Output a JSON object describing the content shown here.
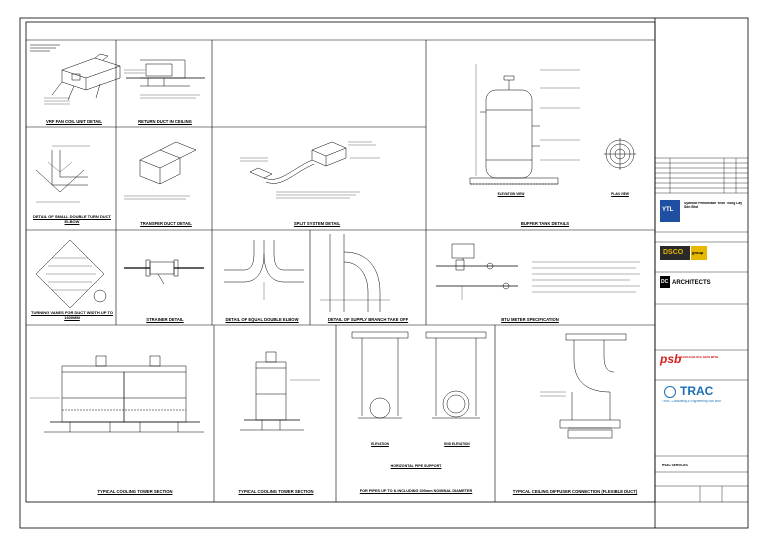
{
  "drawing": {
    "panels": [
      {
        "id": "p1",
        "caption": "VRF FAN COIL UNIT DETAIL"
      },
      {
        "id": "p2",
        "caption": "RETURN DUCT IN CEILING"
      },
      {
        "id": "p3",
        "caption": "SPLIT SYSTEM DETAIL"
      },
      {
        "id": "p4",
        "caption": "BUFFER TANK DETAILS"
      },
      {
        "id": "p5",
        "caption": "DETAIL OF SMALL DOUBLE TURN DUCT ELBOW"
      },
      {
        "id": "p6",
        "caption": "TRANSFER DUCT DETAIL"
      },
      {
        "id": "p7",
        "caption": "TURNING VANES FOR DUCT WIDTH UP TO 1600MM"
      },
      {
        "id": "p8",
        "caption": "STRAINER DETAIL"
      },
      {
        "id": "p9",
        "caption": "DETAIL OF EQUAL DOUBLE ELBOW"
      },
      {
        "id": "p10",
        "caption": "DETAIL OF SUPPLY BRANCH TAKE OFF"
      },
      {
        "id": "p11",
        "caption": "BTU METER SPECIFICATION"
      },
      {
        "id": "p12",
        "caption": "TYPICAL COOLING TOWER SECTION"
      },
      {
        "id": "p13",
        "caption": "TYPICAL COOLING TOWER SECTION"
      },
      {
        "id": "p14",
        "caption": "FOR PIPES UP TO & INCLUDING 300mm NOMINAL DIAMETER"
      },
      {
        "id": "p15",
        "caption": "TYPICAL CEILING DIFFUSER CONNECTION (FLEXIBLE DUCT)"
      }
    ],
    "sub_captions": {
      "elevation_view": "ELEVATION VIEW",
      "plan_view": "PLAN VIEW",
      "elevation": "ELEVATION",
      "end_elevation": "END ELEVATION",
      "horizontal_pipe_support": "HORIZONTAL PIPE SUPPORT"
    }
  },
  "title_block": {
    "firm_name": "Syarikat Pembinaan Yeoh Tiong Lay Sdn Bhd",
    "dsco_label": "DSCO",
    "dsco_tag": "group",
    "dc_label": "DC",
    "dc_sub": "ARCHITECTS",
    "psb_label": "psb",
    "psb_sub": "ASSOCIATES SDN BHD",
    "trac_label": "TRAC",
    "trac_sub": "TRAC Consulting & Engineering Sdn Bhd",
    "ytl_label": "YTL",
    "hvac_label": "HVAC SERVICES"
  },
  "colors": {
    "ink": "#000000",
    "dsco_bg": "#2a2a2a",
    "dsco_fg": "#e6b800",
    "psb_red": "#d42020",
    "trac_blue": "#1a6fb5",
    "ytl_blue": "#1f4fa0"
  }
}
